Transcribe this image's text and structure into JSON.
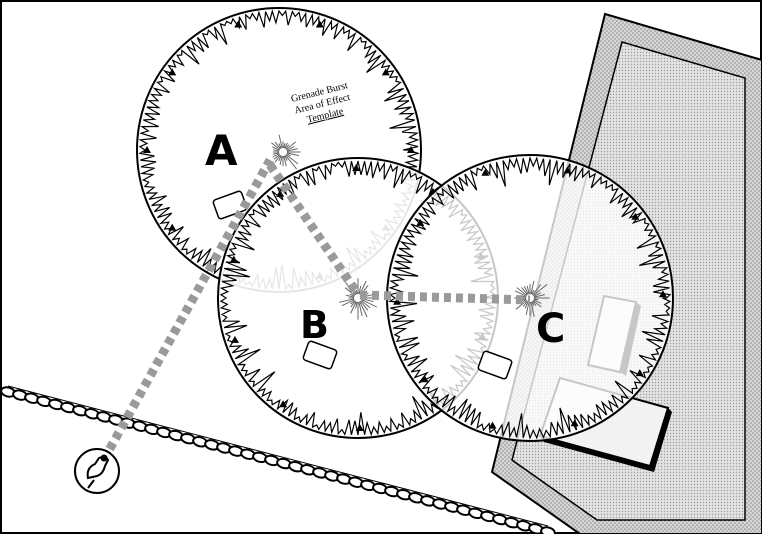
{
  "diagram": {
    "template_text": [
      "Grenade Burst",
      "Area of Effect",
      "Template"
    ],
    "positions": [
      {
        "id": "A",
        "label": "A"
      },
      {
        "id": "B",
        "label": "B"
      },
      {
        "id": "C",
        "label": "C"
      }
    ]
  },
  "colors": {
    "ink": "#000000",
    "paper": "#ffffff",
    "building_fill": "#c8c8c8",
    "path_dots": "#9a9a9a"
  },
  "icons": [
    "soldier-icon",
    "grenade-burst-template",
    "wall-cobblestone",
    "building-block"
  ]
}
